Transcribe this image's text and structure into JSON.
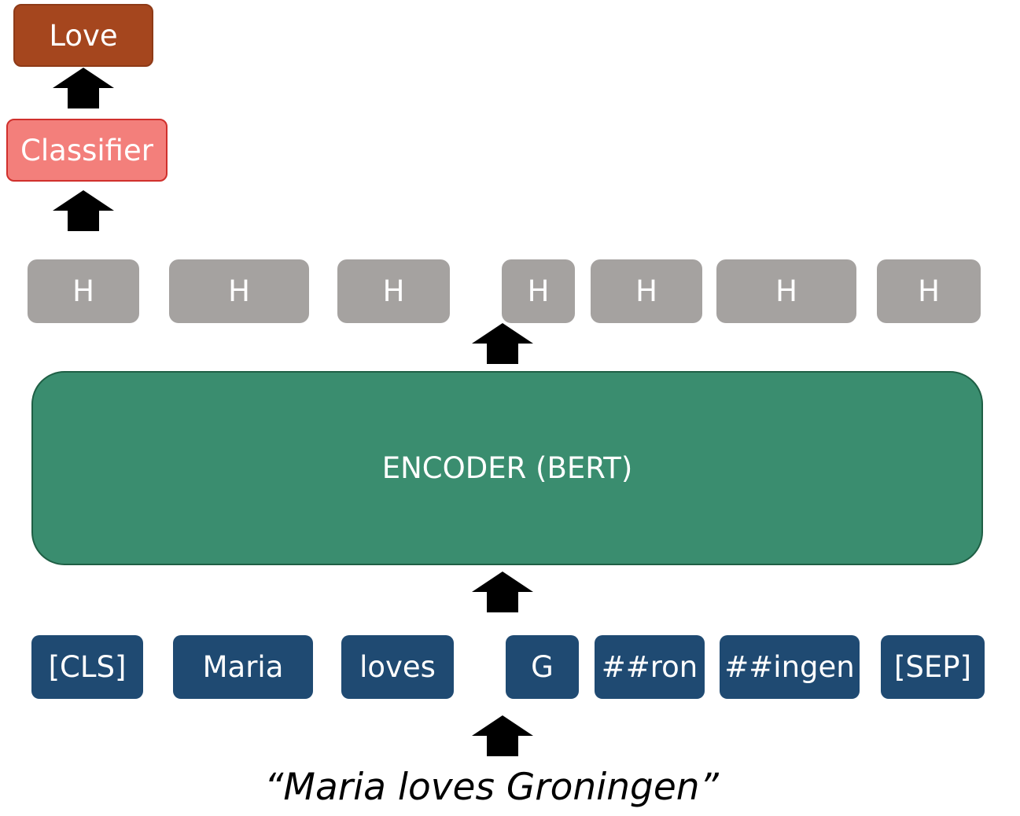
{
  "output": {
    "label": "Love"
  },
  "classifier": {
    "label": "Classifier"
  },
  "hidden_states": [
    "H",
    "H",
    "H",
    "H",
    "H",
    "H",
    "H"
  ],
  "encoder": {
    "label": "ENCODER (BERT)"
  },
  "tokens": [
    "[CLS]",
    "Maria",
    "loves",
    "G",
    "##ron",
    "##ingen",
    "[SEP]"
  ],
  "input": {
    "sentence": "“Maria loves Groningen”"
  },
  "colors": {
    "output": "#a5461e",
    "classifier": "#f37f7b",
    "hidden": "#a5a2a0",
    "encoder": "#3a8d6f",
    "token": "#1f4a72",
    "arrow": "#000000"
  }
}
